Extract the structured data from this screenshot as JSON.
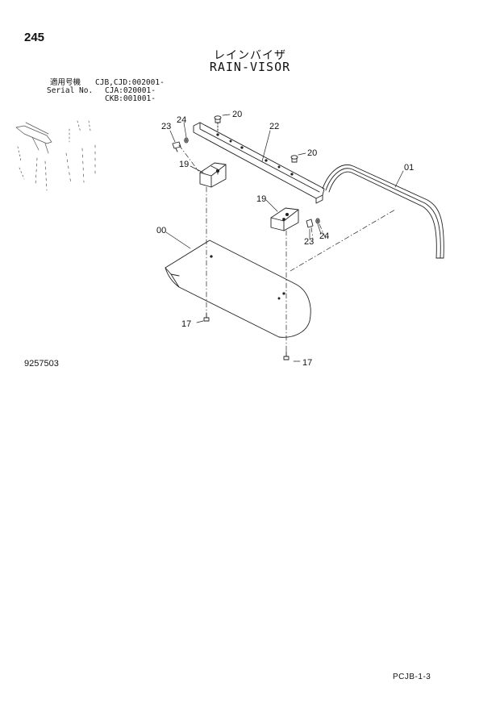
{
  "page_number": "245",
  "title_jp": "レインバイザ",
  "title_en": "RAIN-VISOR",
  "serial": {
    "label_jp": "適用号機",
    "label_en": "Serial No.",
    "line1": "CJB,CJD:002001-",
    "line2": "CJA:020001-",
    "line3": "CKB:001001-"
  },
  "doc_number": "9257503",
  "page_code": "PCJB-1-3",
  "callouts": {
    "c00": "00",
    "c01": "01",
    "c17a": "17",
    "c17b": "17",
    "c19a": "19",
    "c19b": "19",
    "c20a": "20",
    "c20b": "20",
    "c22": "22",
    "c23a": "23",
    "c23b": "23",
    "c24a": "24",
    "c24b": "24"
  }
}
